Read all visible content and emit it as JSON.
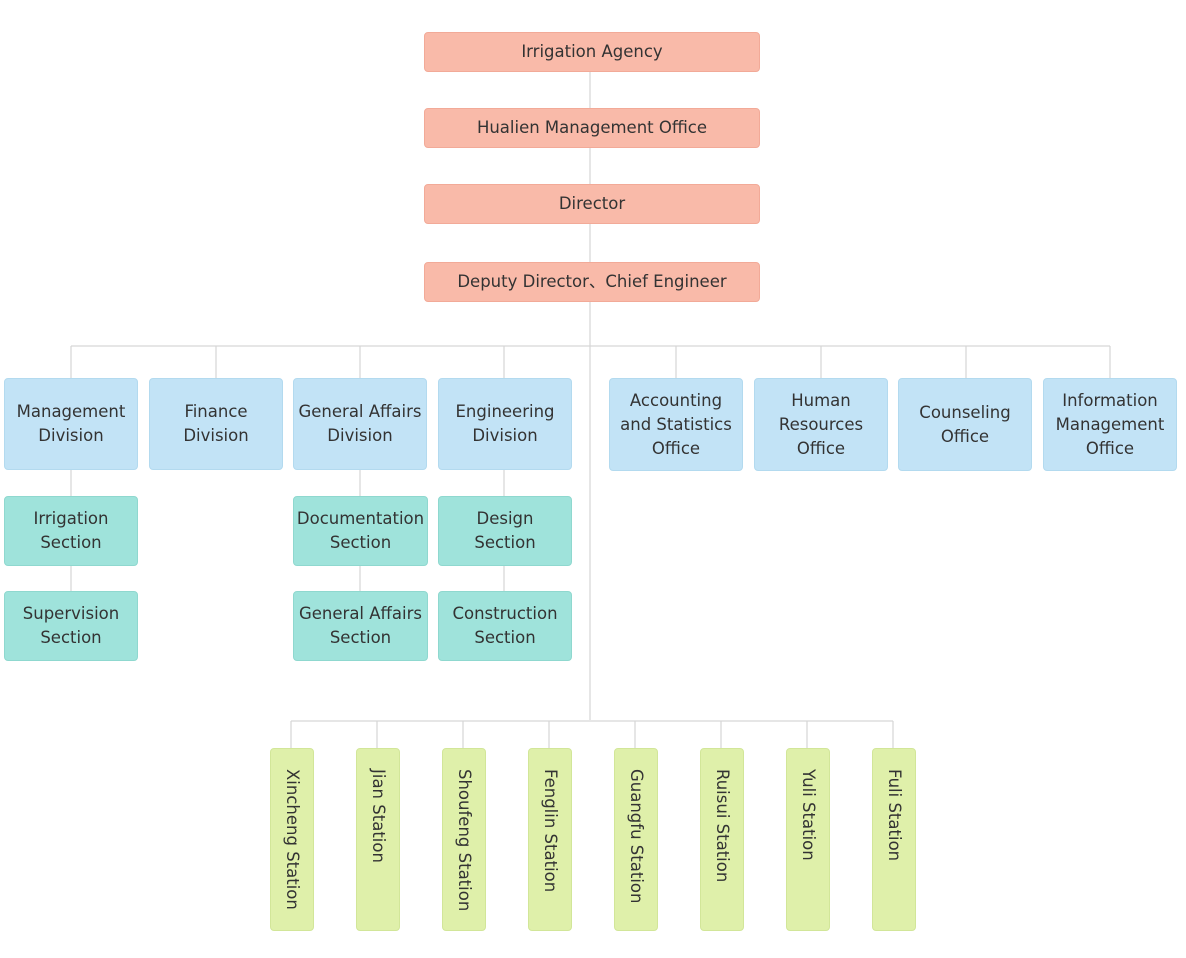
{
  "colors": {
    "leadership_fill": "#f9baa9",
    "division_fill": "#c2e3f6",
    "section_fill": "#9fe3db",
    "station_fill": "#dff0aa",
    "connector": "#d6d6d6"
  },
  "leadership": [
    "Irrigation Agency",
    "Hualien Management Office",
    "Director",
    "Deputy Director、Chief Engineer"
  ],
  "divisions": [
    {
      "label": "Management\nDivision",
      "sections": [
        "Irrigation\nSection",
        "Supervision\nSection"
      ]
    },
    {
      "label": "Finance\nDivision",
      "sections": []
    },
    {
      "label": "General Affairs\nDivision",
      "sections": [
        "Documentation\nSection",
        "General Affairs\nSection"
      ]
    },
    {
      "label": "Engineering\nDivision",
      "sections": [
        "Design\nSection",
        "Construction\nSection"
      ]
    }
  ],
  "offices": [
    "Accounting\nand Statistics\nOffice",
    "Human\nResources\nOffice",
    "Counseling\nOffice",
    "Information\nManagement\nOffice"
  ],
  "stations": [
    "Xincheng Station",
    "Jian Station",
    "Shoufeng Station",
    "Fenglin Station",
    "Guangfu Station",
    "Ruisui Station",
    "Yuli Station",
    "Fuli Station"
  ]
}
